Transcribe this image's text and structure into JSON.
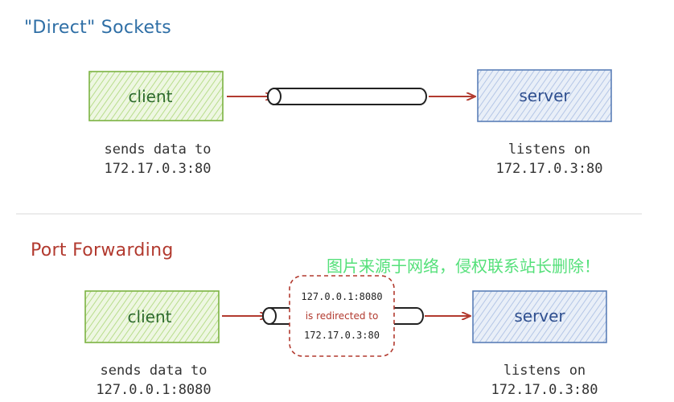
{
  "sections": {
    "direct": {
      "title": "\"Direct\" Sockets",
      "client_label": "client",
      "server_label": "server",
      "client_caption_line1": "sends data to",
      "client_caption_line2": "172.17.0.3:80",
      "server_caption_line1": "listens on",
      "server_caption_line2": "172.17.0.3:80"
    },
    "forwarding": {
      "title": "Port Forwarding",
      "client_label": "client",
      "server_label": "server",
      "redirect_line1": "127.0.0.1:8080",
      "redirect_line2": "is redirected to",
      "redirect_line3": "172.17.0.3:80",
      "client_caption_line1": "sends data to",
      "client_caption_line2": "127.0.0.1:8080",
      "server_caption_line1": "listens on",
      "server_caption_line2": "172.17.0.3:80"
    }
  },
  "watermark": "图片来源于网络，侵权联系站长删除！",
  "colors": {
    "direct_title": "#2f6fa6",
    "forwarding_title": "#b23a2f",
    "client_fill": "#e3f2cf",
    "client_stroke": "#7cb342",
    "server_fill": "#dde7f5",
    "server_stroke": "#5b7fb8",
    "arrow": "#b23a2f",
    "pipe_stroke": "#222222",
    "redirect_border": "#b23a2f",
    "watermark": "#55e07a"
  }
}
